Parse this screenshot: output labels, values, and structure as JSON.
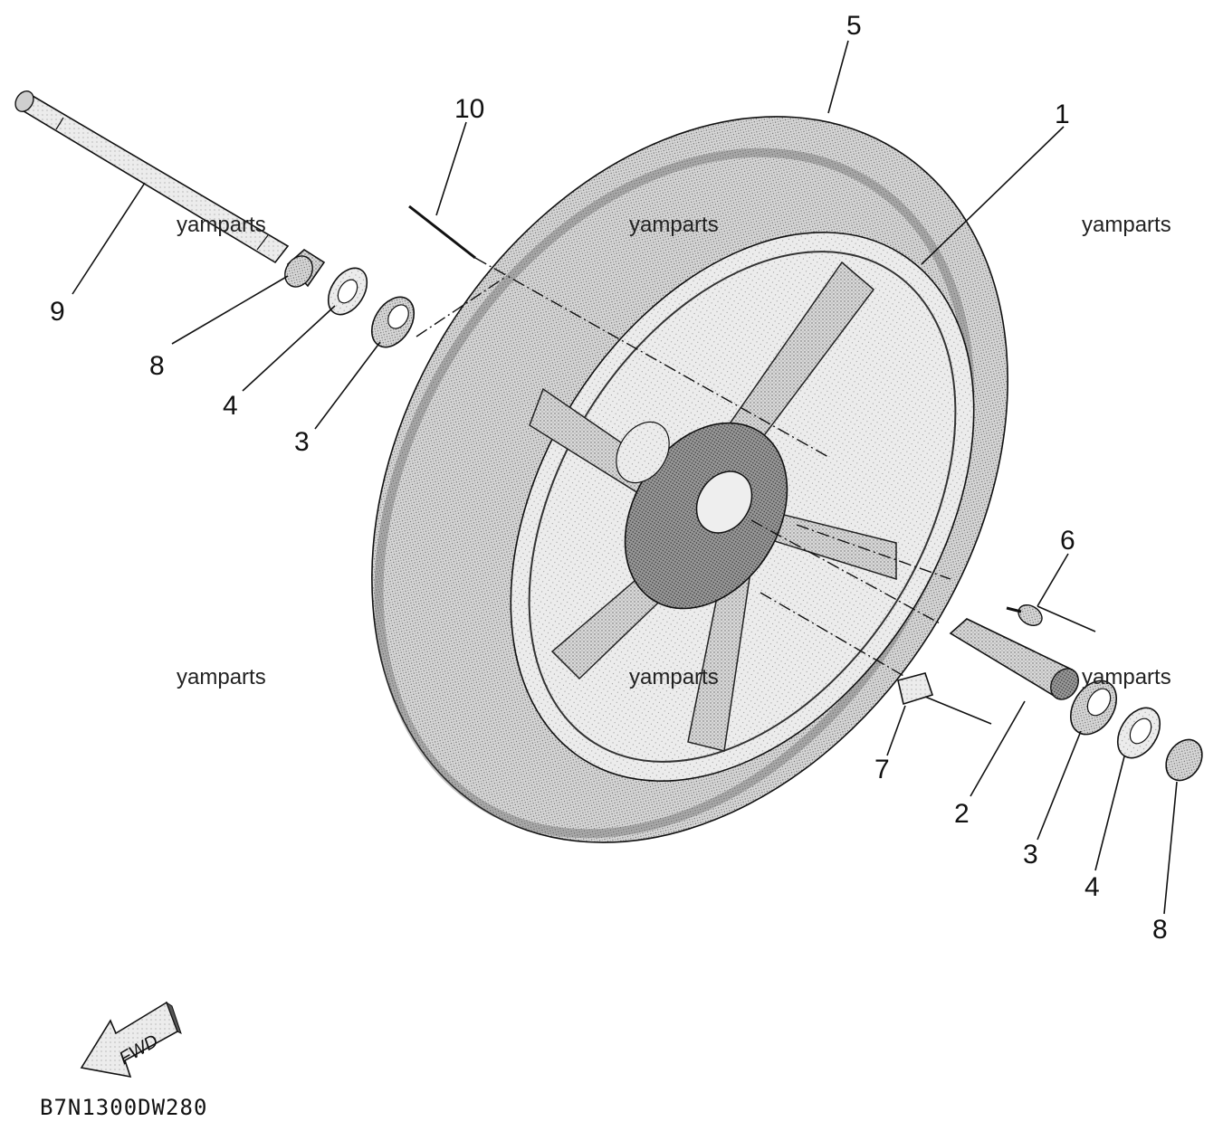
{
  "callouts": {
    "c1": "1",
    "c2": "2",
    "c3a": "3",
    "c3b": "3",
    "c4a": "4",
    "c4b": "4",
    "c5": "5",
    "c6": "6",
    "c7": "7",
    "c8a": "8",
    "c8b": "8",
    "c9": "9",
    "c10": "10"
  },
  "watermarks": [
    "yamparts",
    "yamparts",
    "yamparts",
    "yamparts",
    "yamparts",
    "yamparts"
  ],
  "fwd_label": "FWD",
  "diagram_code": "B7N1300DW280"
}
